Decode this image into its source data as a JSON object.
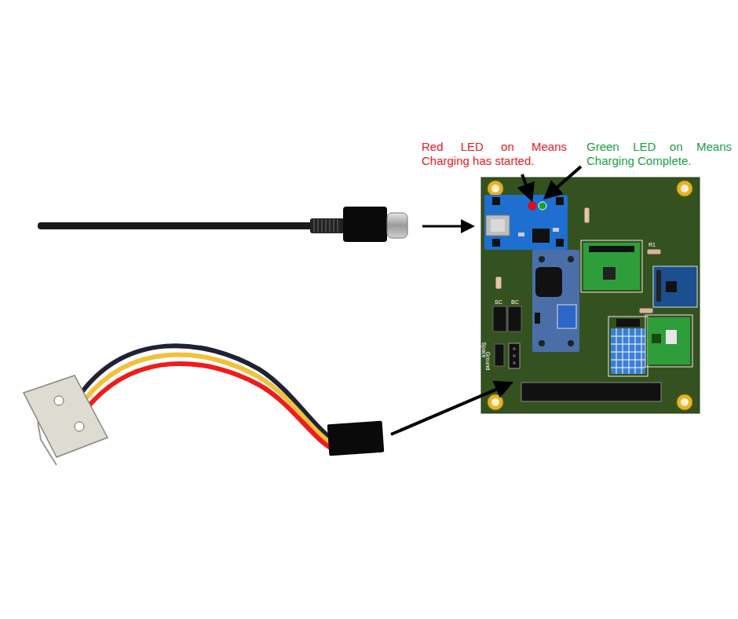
{
  "diagram": {
    "labels": [
      "Red LED on Means Charging has started.",
      "Green LED on Means Charging Complete.",
      "SC",
      "BC",
      "Space",
      "Ground",
      "R1"
    ]
  }
}
